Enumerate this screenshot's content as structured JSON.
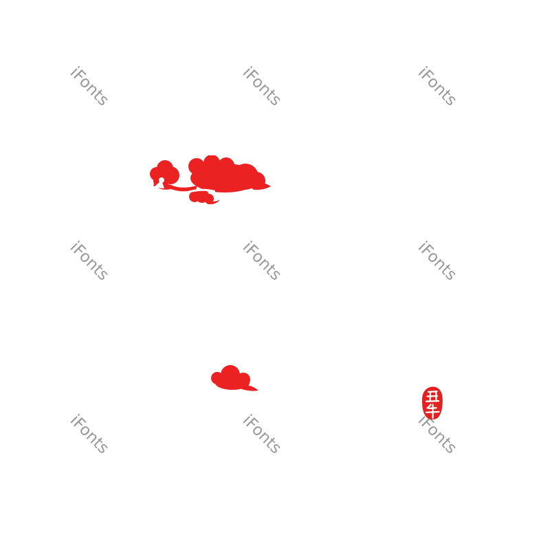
{
  "colors": {
    "background-white": "#ffffff",
    "cloud-red": "#ec2222",
    "seal-red": "#e32121",
    "seal-text-white": "#ffffff",
    "watermark-gray": "#999999"
  },
  "watermark": {
    "text": "iFonts",
    "count": 9,
    "rotation_deg": 45
  },
  "artwork": {
    "large_cloud_icon": "auspicious-cloud-large-icon",
    "small_cloud_icon": "auspicious-cloud-small-icon",
    "seal_icon": "zodiac-ox-seal-icon"
  },
  "seal": {
    "text": "丑牛",
    "chars": [
      "丑",
      "牛"
    ]
  }
}
